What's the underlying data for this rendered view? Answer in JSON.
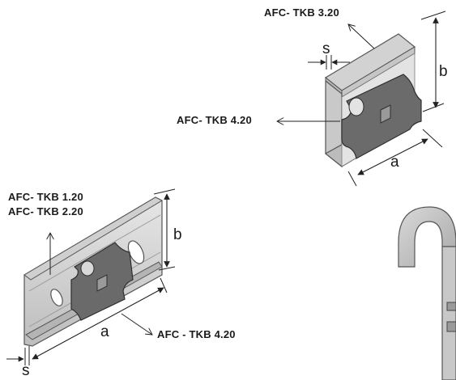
{
  "labels": {
    "top_clip": "AFC- TKB 3.20",
    "top_plate": "AFC- TKB 4.20",
    "rail_1": "AFC- TKB 1.20",
    "rail_2": "AFC- TKB 2.20",
    "bottom_plate": "AFC - TKB 4.20"
  },
  "dimensions": {
    "top_s": "s",
    "top_b": "b",
    "top_a": "a",
    "bottom_b": "b",
    "bottom_a": "a",
    "bottom_s": "s"
  }
}
